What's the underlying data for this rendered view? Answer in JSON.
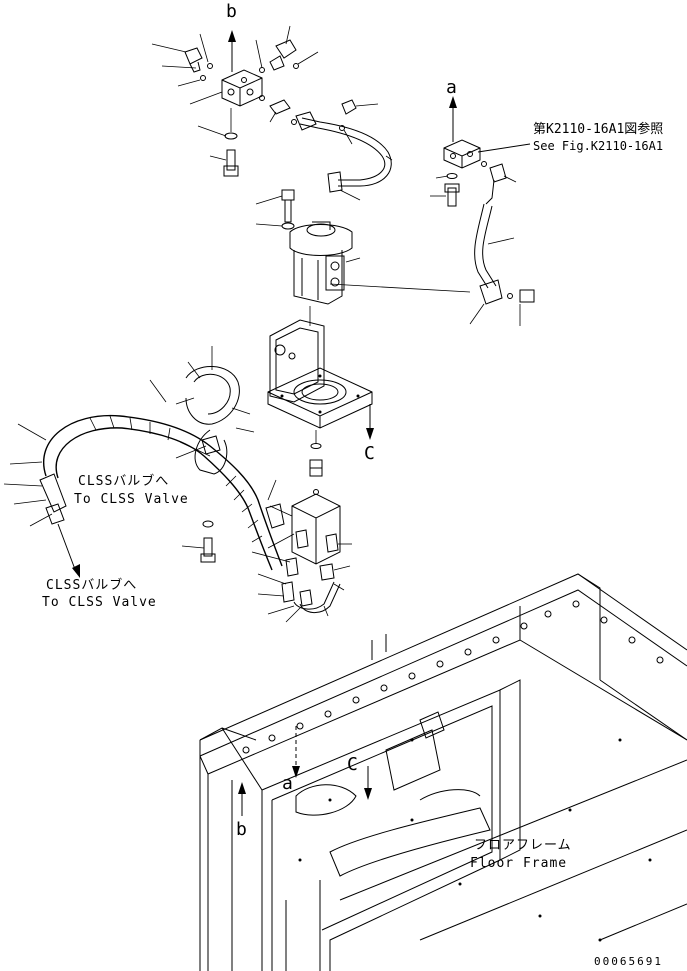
{
  "labels": {
    "arrow_b_top": "b",
    "arrow_a_right": "a",
    "ref_ja": "第K2110-16A1図参照",
    "ref_en": "See Fig.K2110-16A1",
    "clss_ja_1": "CLSSバルブへ",
    "clss_en_1": "To CLSS Valve",
    "clss_ja_2": "CLSSバルブへ",
    "clss_en_2": "To CLSS Valve",
    "arrow_c_mid": "C",
    "arrow_a_frame": "a",
    "arrow_c_frame": "C",
    "arrow_b_frame": "b",
    "floor_ja": "フロアフレーム",
    "floor_en": "Floor Frame",
    "drawing_number": "00065691"
  }
}
